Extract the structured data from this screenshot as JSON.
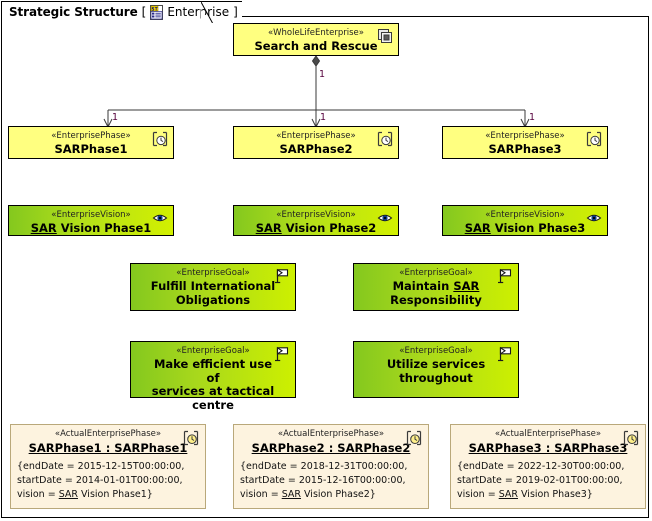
{
  "diagram": {
    "title": "Strategic Structure",
    "bracket_open": "[",
    "bracket_close": "]",
    "context": "Enterprise",
    "title_icon": "diagram-document-icon"
  },
  "colors": {
    "enterprise_fill": "#ffff80",
    "phase_fill": "#ffff80",
    "vision_fill_left": "#84c81e",
    "vision_fill_right": "#d2f000",
    "goal_fill_left": "#84c81e",
    "goal_fill_right": "#cdf000",
    "instance_fill": "#fdf3df",
    "instance_border": "#b9a87a",
    "multiplicity_text": "#55003c",
    "connector_line": "#3a3a3a"
  },
  "root": {
    "stereotype": "«WholeLifeEnterprise»",
    "name": "Search and Rescue",
    "icon": "nested-squares-icon"
  },
  "phases": [
    {
      "stereotype": "«EnterprisePhase»",
      "name": "SARPhase1",
      "icon": "phase-clock-icon",
      "multiplicity": "1"
    },
    {
      "stereotype": "«EnterprisePhase»",
      "name": "SARPhase2",
      "icon": "phase-clock-icon",
      "multiplicity": "1"
    },
    {
      "stereotype": "«EnterprisePhase»",
      "name": "SARPhase3",
      "icon": "phase-clock-icon",
      "multiplicity": "1"
    }
  ],
  "source_multiplicity": "1",
  "visions": [
    {
      "stereotype": "«EnterpriseVision»",
      "name_underlined": "SAR",
      "name_rest": " Vision Phase1",
      "icon": "eye-icon"
    },
    {
      "stereotype": "«EnterpriseVision»",
      "name_underlined": "SAR",
      "name_rest": " Vision Phase2",
      "icon": "eye-icon"
    },
    {
      "stereotype": "«EnterpriseVision»",
      "name_underlined": "SAR",
      "name_rest": " Vision Phase3",
      "icon": "eye-icon"
    }
  ],
  "goals": [
    {
      "stereotype": "«EnterpriseGoal»",
      "line1": "Fulfill International",
      "line2": "Obligations",
      "line3": "",
      "icon": "flag-icon"
    },
    {
      "stereotype": "«EnterpriseGoal»",
      "line1": "Maintain ",
      "underlined": "SAR",
      "line2": "Responsibility",
      "line3": "",
      "icon": "flag-icon"
    },
    {
      "stereotype": "«EnterpriseGoal»",
      "line1": "Make efficient use of",
      "line2": "services at tactical",
      "line3": "centre",
      "icon": "flag-icon"
    },
    {
      "stereotype": "«EnterpriseGoal»",
      "line1": "Utilize services",
      "line2": "throughout",
      "line3": "",
      "icon": "flag-icon"
    }
  ],
  "instances": [
    {
      "stereotype": "«ActualEnterprisePhase»",
      "name": "SARPhase1 : SARPhase1",
      "icon": "instance-clock-icon",
      "attr1": "{endDate = 2015-12-15T00:00:00,",
      "attr2": "startDate = 2014-01-01T00:00:00,",
      "attr3_prefix": "vision = ",
      "attr3_underlined": "SAR",
      "attr3_rest": " Vision Phase1}"
    },
    {
      "stereotype": "«ActualEnterprisePhase»",
      "name": "SARPhase2 : SARPhase2",
      "icon": "instance-clock-icon",
      "attr1": "{endDate = 2018-12-31T00:00:00,",
      "attr2": "startDate = 2015-12-16T00:00:00,",
      "attr3_prefix": "vision = ",
      "attr3_underlined": "SAR",
      "attr3_rest": " Vision Phase2}"
    },
    {
      "stereotype": "«ActualEnterprisePhase»",
      "name": "SARPhase3 : SARPhase3",
      "icon": "instance-clock-icon",
      "attr1": "{endDate = 2022-12-30T00:00:00,",
      "attr2": "startDate = 2019-02-01T00:00:00,",
      "attr3_prefix": "vision = ",
      "attr3_underlined": "SAR",
      "attr3_rest": " Vision Phase3}"
    }
  ]
}
